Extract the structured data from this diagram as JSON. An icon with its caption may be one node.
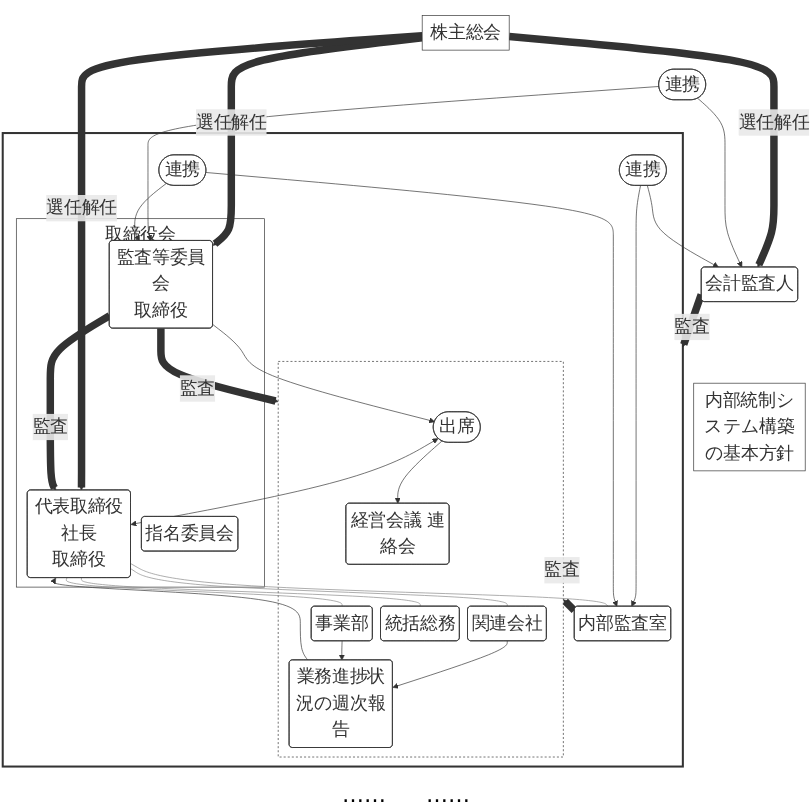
{
  "diagram": {
    "nodes": [
      {
        "text": [
          "株主総会"
        ]
      },
      {
        "text": [
          "会計監査人"
        ]
      },
      {
        "text": [
          "連携"
        ]
      },
      {
        "text": [],
        "shape": "box"
      },
      {
        "text": [
          "取締役会"
        ],
        "in": 3
      },
      {
        "text": [
          "監査等委員会",
          "取締役"
        ],
        "in": 4
      },
      {
        "text": [
          "代表取締役社長",
          "取締役"
        ],
        "in": 4
      },
      {
        "text": [
          "指名委員会"
        ],
        "in": 4
      },
      {
        "text": [],
        "shape": "box",
        "in": 3
      },
      {
        "text": [
          "出席"
        ],
        "in": 8
      },
      {
        "text": [
          "経営会議 連絡会"
        ],
        "in": 8
      },
      {
        "text": [
          "業務進捗状況の週次報告"
        ],
        "in": 8
      },
      {
        "text": [
          "連携"
        ],
        "in": 3
      },
      {
        "text": [
          "連携"
        ],
        "in": 3
      },
      {
        "text": [
          "内部監査室"
        ],
        "in": 3
      },
      {
        "text": [
          "関連会社"
        ],
        "in": 8
      },
      {
        "text": [
          "事業部"
        ],
        "in": 8
      },
      {
        "text": [
          "統括総務"
        ],
        "in": 8
      },
      {
        "text": [
          "内部統制システム構築の基本方針"
        ]
      }
    ],
    "edges": [
      {
        "from": 0,
        "to": 1,
        "arrow": "to",
        "label": "選任解任",
        "style": "thick"
      },
      {
        "from": 0,
        "to": 5,
        "arrow": "to",
        "label": "選任解任",
        "style": "thick"
      },
      {
        "from": 0,
        "to": 6,
        "arrow": "to",
        "label": "選任解任",
        "style": "thick"
      },
      {
        "from": 1,
        "to": 3,
        "arrow": "to",
        "label": "監査",
        "style": "thick"
      },
      {
        "from": 2,
        "to": 1,
        "arrow": "to"
      },
      {
        "from": 2,
        "to": 5,
        "arrow": "to"
      },
      {
        "from": 5,
        "to": 6,
        "arrow": "to",
        "label": "監査",
        "style": "thick"
      },
      {
        "from": 5,
        "to": 8,
        "arrow": "to",
        "label": "監査",
        "style": "thick"
      },
      {
        "from": 5,
        "to": 9,
        "arrow": "to"
      },
      {
        "from": 9,
        "to": 6,
        "arrow": "both"
      },
      {
        "from": 11,
        "to": 6,
        "arrow": "to"
      },
      {
        "from": 9,
        "to": 10,
        "arrow": "to"
      },
      {
        "from": 12,
        "to": 1,
        "arrow": "to"
      },
      {
        "from": 12,
        "to": 14,
        "arrow": "to"
      },
      {
        "from": 13,
        "to": 5,
        "arrow": "to"
      },
      {
        "from": 13,
        "to": 14,
        "arrow": "to"
      },
      {
        "from": 14,
        "to": 8,
        "arrow": "to",
        "label": "監査",
        "style": "thick"
      },
      {
        "from": 15,
        "to": 11,
        "arrow": "to"
      },
      {
        "from": 16,
        "to": 11,
        "arrow": "to"
      },
      {
        "from": 6,
        "to": 14,
        "arrow": "none",
        "color": "#888888"
      },
      {
        "from": 6,
        "to": 15,
        "arrow": "none",
        "color": "#888888"
      },
      {
        "from": 6,
        "to": 16,
        "arrow": "none",
        "color": "#888888"
      },
      {
        "from": 6,
        "to": 17,
        "arrow": "none",
        "color": "#888888"
      }
    ],
    "labels": [
      "……",
      "……"
    ]
  }
}
